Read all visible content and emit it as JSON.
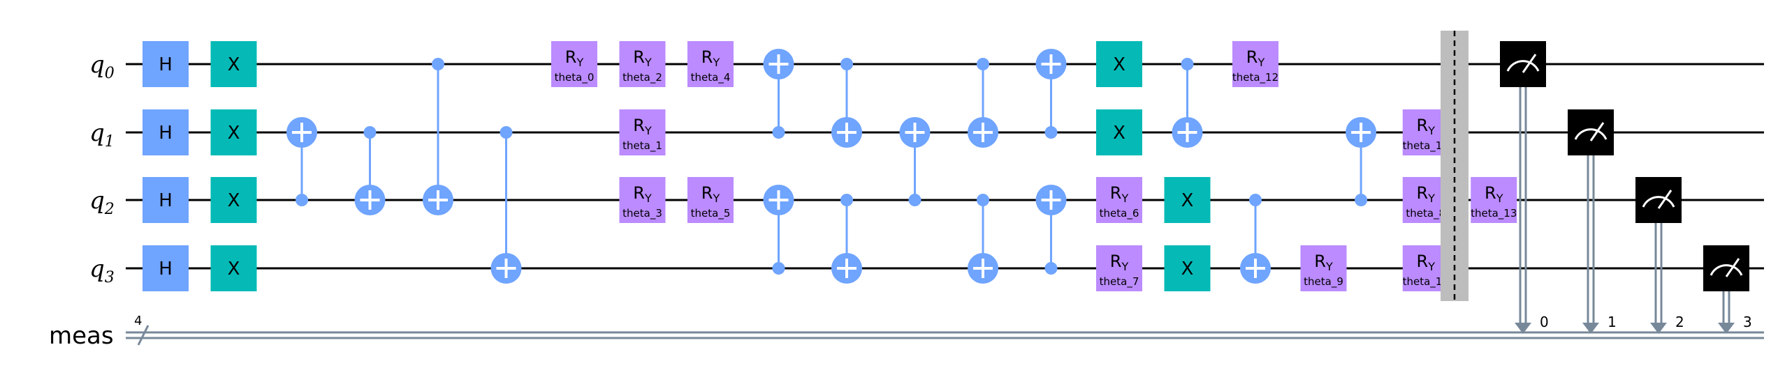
{
  "colors": {
    "h": "#6FA4FF",
    "x": "#05BAB6",
    "ry": "#BB8BFF",
    "cnot": "#6FA4FF",
    "measure": "#000000",
    "classical": "#778899",
    "barrier": "#BDBDBD"
  },
  "wires": [
    {
      "label_base": "q",
      "label_sub": "0"
    },
    {
      "label_base": "q",
      "label_sub": "1"
    },
    {
      "label_base": "q",
      "label_sub": "2"
    },
    {
      "label_base": "q",
      "label_sub": "3"
    }
  ],
  "classical": {
    "label": "meas",
    "width": "4"
  },
  "gates": [
    {
      "type": "H",
      "label": "H",
      "q": 0,
      "col": 0
    },
    {
      "type": "H",
      "label": "H",
      "q": 1,
      "col": 0
    },
    {
      "type": "H",
      "label": "H",
      "q": 2,
      "col": 0
    },
    {
      "type": "H",
      "label": "H",
      "q": 3,
      "col": 0
    },
    {
      "type": "X",
      "label": "X",
      "q": 0,
      "col": 1
    },
    {
      "type": "X",
      "label": "X",
      "q": 1,
      "col": 1
    },
    {
      "type": "X",
      "label": "X",
      "q": 2,
      "col": 1
    },
    {
      "type": "X",
      "label": "X",
      "q": 3,
      "col": 1
    },
    {
      "type": "CX",
      "control": 2,
      "target": 1,
      "col": 2
    },
    {
      "type": "CX",
      "control": 1,
      "target": 2,
      "col": 3
    },
    {
      "type": "CX",
      "control": 0,
      "target": 2,
      "col": 4
    },
    {
      "type": "CX",
      "control": 1,
      "target": 3,
      "col": 5
    },
    {
      "type": "RY",
      "label": "R",
      "sub": "Y",
      "param": "theta_0",
      "q": 0,
      "col": 6
    },
    {
      "type": "RY",
      "label": "R",
      "sub": "Y",
      "param": "theta_1",
      "q": 1,
      "col": 7
    },
    {
      "type": "RY",
      "label": "R",
      "sub": "Y",
      "param": "theta_2",
      "q": 0,
      "col": 7
    },
    {
      "type": "RY",
      "label": "R",
      "sub": "Y",
      "param": "theta_3",
      "q": 2,
      "col": 7
    },
    {
      "type": "RY",
      "label": "R",
      "sub": "Y",
      "param": "theta_4",
      "q": 0,
      "col": 8
    },
    {
      "type": "RY",
      "label": "R",
      "sub": "Y",
      "param": "theta_5",
      "q": 2,
      "col": 8
    },
    {
      "type": "CX",
      "control": 1,
      "target": 0,
      "col": 9
    },
    {
      "type": "CX",
      "control": 3,
      "target": 2,
      "col": 9
    },
    {
      "type": "CX",
      "control": 0,
      "target": 1,
      "col": 10
    },
    {
      "type": "CX",
      "control": 2,
      "target": 3,
      "col": 10
    },
    {
      "type": "CX",
      "control": 2,
      "target": 1,
      "col": 11
    },
    {
      "type": "CX",
      "control": 0,
      "target": 1,
      "col": 12
    },
    {
      "type": "CX",
      "control": 2,
      "target": 3,
      "col": 12
    },
    {
      "type": "CX",
      "control": 1,
      "target": 0,
      "col": 13
    },
    {
      "type": "CX",
      "control": 3,
      "target": 2,
      "col": 13
    },
    {
      "type": "X",
      "label": "X",
      "q": 0,
      "col": 14
    },
    {
      "type": "X",
      "label": "X",
      "q": 1,
      "col": 14
    },
    {
      "type": "RY",
      "label": "R",
      "sub": "Y",
      "param": "theta_6",
      "q": 2,
      "col": 14
    },
    {
      "type": "RY",
      "label": "R",
      "sub": "Y",
      "param": "theta_7",
      "q": 3,
      "col": 14
    },
    {
      "type": "CX",
      "control": 0,
      "target": 1,
      "col": 15
    },
    {
      "type": "X",
      "label": "X",
      "q": 2,
      "col": 15
    },
    {
      "type": "X",
      "label": "X",
      "q": 3,
      "col": 15
    },
    {
      "type": "RY",
      "label": "R",
      "sub": "Y",
      "param": "theta_12",
      "q": 0,
      "col": 16
    },
    {
      "type": "CX",
      "control": 2,
      "target": 3,
      "col": 16
    },
    {
      "type": "RY",
      "label": "R",
      "sub": "Y",
      "param": "theta_9",
      "q": 3,
      "col": 17
    },
    {
      "type": "CX",
      "control": 2,
      "target": 1,
      "col": 17.55
    },
    {
      "type": "RY",
      "label": "R",
      "sub": "Y",
      "param": "theta_10",
      "q": 1,
      "col": 18.5
    },
    {
      "type": "RY",
      "label": "R",
      "sub": "Y",
      "param": "theta_8",
      "q": 2,
      "col": 18.5
    },
    {
      "type": "RY",
      "label": "R",
      "sub": "Y",
      "param": "theta_11",
      "q": 3,
      "col": 18.5
    },
    {
      "type": "RY",
      "label": "R",
      "sub": "Y",
      "param": "theta_13",
      "q": 2,
      "col": 19.5
    }
  ],
  "measurements": [
    {
      "q": 0,
      "clbit": "0"
    },
    {
      "q": 1,
      "clbit": "1"
    },
    {
      "q": 2,
      "clbit": "2"
    },
    {
      "q": 3,
      "clbit": "3"
    }
  ]
}
